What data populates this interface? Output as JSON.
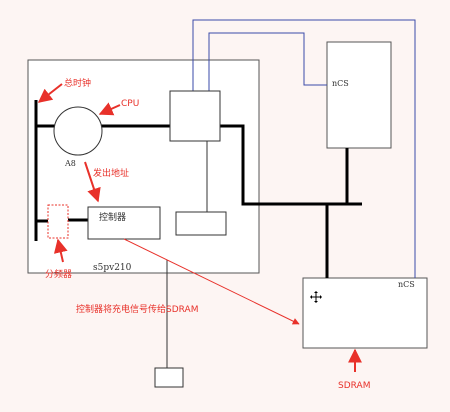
{
  "soc": {
    "label": "s5pv210"
  },
  "cpu": {
    "core_label": "A8"
  },
  "controller": {
    "label": "控制器"
  },
  "sdram_chip": {
    "ncs_label": "nCS"
  },
  "right_chip": {
    "ncs_label": "nCS"
  },
  "annotations": {
    "bus_clock": "总时钟",
    "cpu": "CPU",
    "send_address": "发出地址",
    "divider": "分频器",
    "controller_to_sdram": "控制器将充电信号传给SDRAM",
    "sdram": "SDRAM"
  },
  "colors": {
    "annotation": "#e8312a",
    "cs_line": "#3a4aa8",
    "bus": "#000000",
    "background": "#fdf5f3"
  },
  "icons": {
    "move": "move-cursor-icon"
  }
}
